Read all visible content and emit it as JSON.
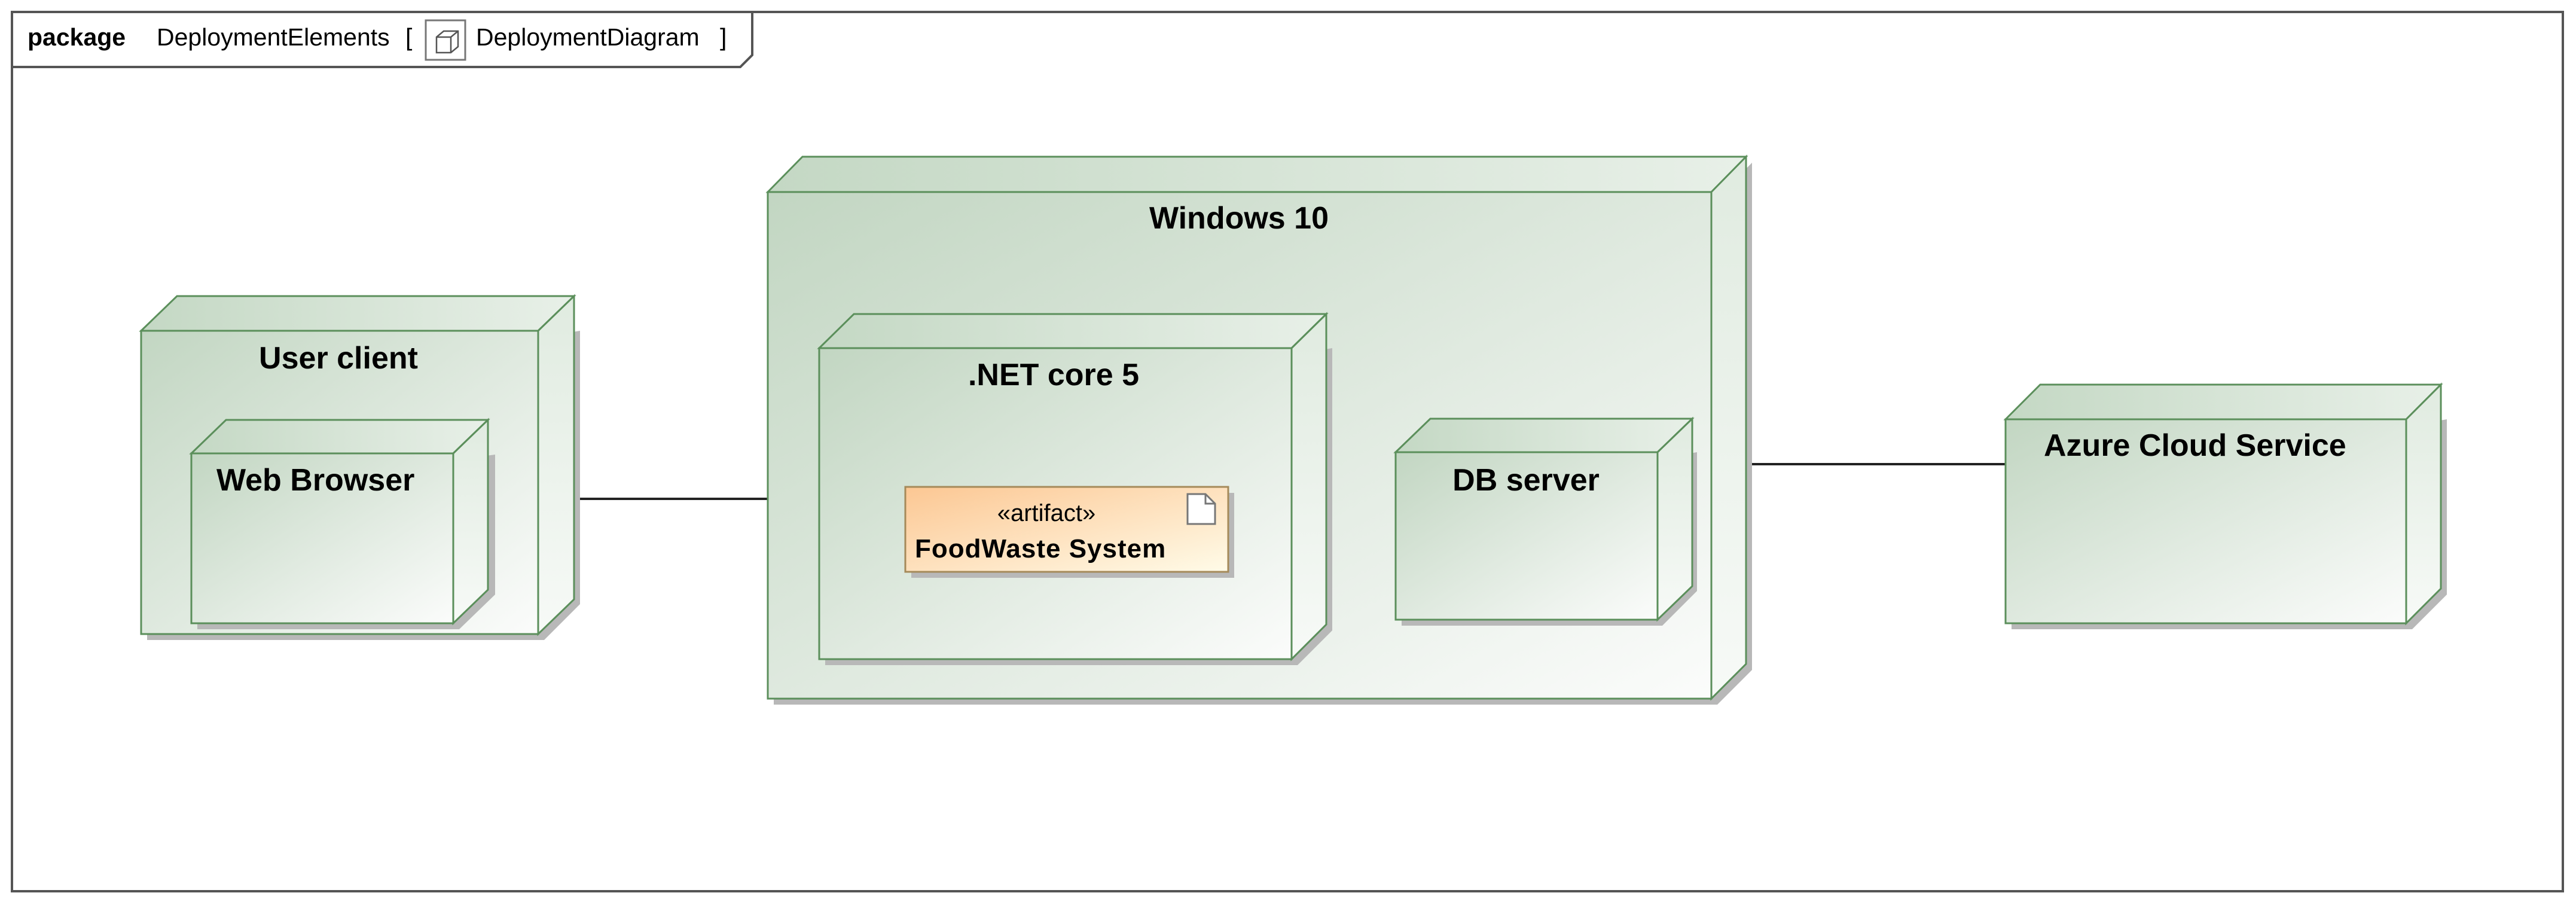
{
  "frame": {
    "keyword": "package",
    "name": "DeploymentElements",
    "open_bracket": "[",
    "diagram_name": "DeploymentDiagram",
    "close_bracket": "]",
    "diagram_icon": "deployment-diagram-icon"
  },
  "nodes": {
    "user_client": {
      "title": "User client"
    },
    "web_browser": {
      "title": "Web Browser"
    },
    "windows": {
      "title": "Windows 10"
    },
    "net_core": {
      "title": ".NET core 5"
    },
    "db_server": {
      "title": "DB server"
    },
    "azure": {
      "title": "Azure Cloud Service"
    }
  },
  "artifact": {
    "stereotype": "«artifact»",
    "name": "FoodWaste System",
    "icon": "artifact-document-icon"
  },
  "colors": {
    "node_border": "#5b8f5b",
    "node_fill_dark": "#c4d8c4",
    "node_fill_light": "#fafcfa",
    "artifact_border": "#a58a5a",
    "artifact_fill_dark": "#fcc896",
    "artifact_fill_light": "#fffae6",
    "shadow": "#b5b5b5"
  }
}
